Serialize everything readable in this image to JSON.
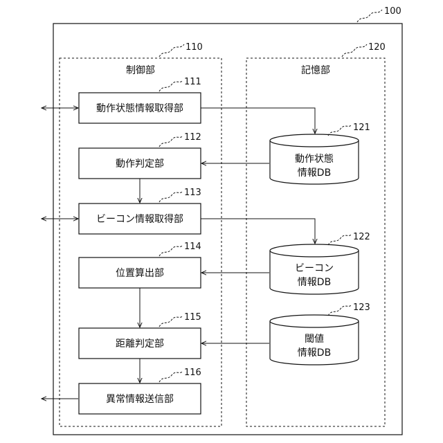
{
  "refs": {
    "device": "100",
    "control": "110",
    "storage": "120",
    "b111": "111",
    "b112": "112",
    "b113": "113",
    "b114": "114",
    "b115": "115",
    "b116": "116",
    "db121": "121",
    "db122": "122",
    "db123": "123"
  },
  "groups": {
    "control_label": "制御部",
    "storage_label": "記憶部"
  },
  "boxes": {
    "b111": "動作状態情報取得部",
    "b112": "動作判定部",
    "b113": "ビーコン情報取得部",
    "b114": "位置算出部",
    "b115": "距離判定部",
    "b116": "異常情報送信部"
  },
  "databases": {
    "db121": {
      "line1": "動作状態",
      "line2": "情報DB"
    },
    "db122": {
      "line1": "ビーコン",
      "line2": "情報DB"
    },
    "db123": {
      "line1": "閾値",
      "line2": "情報DB"
    }
  }
}
